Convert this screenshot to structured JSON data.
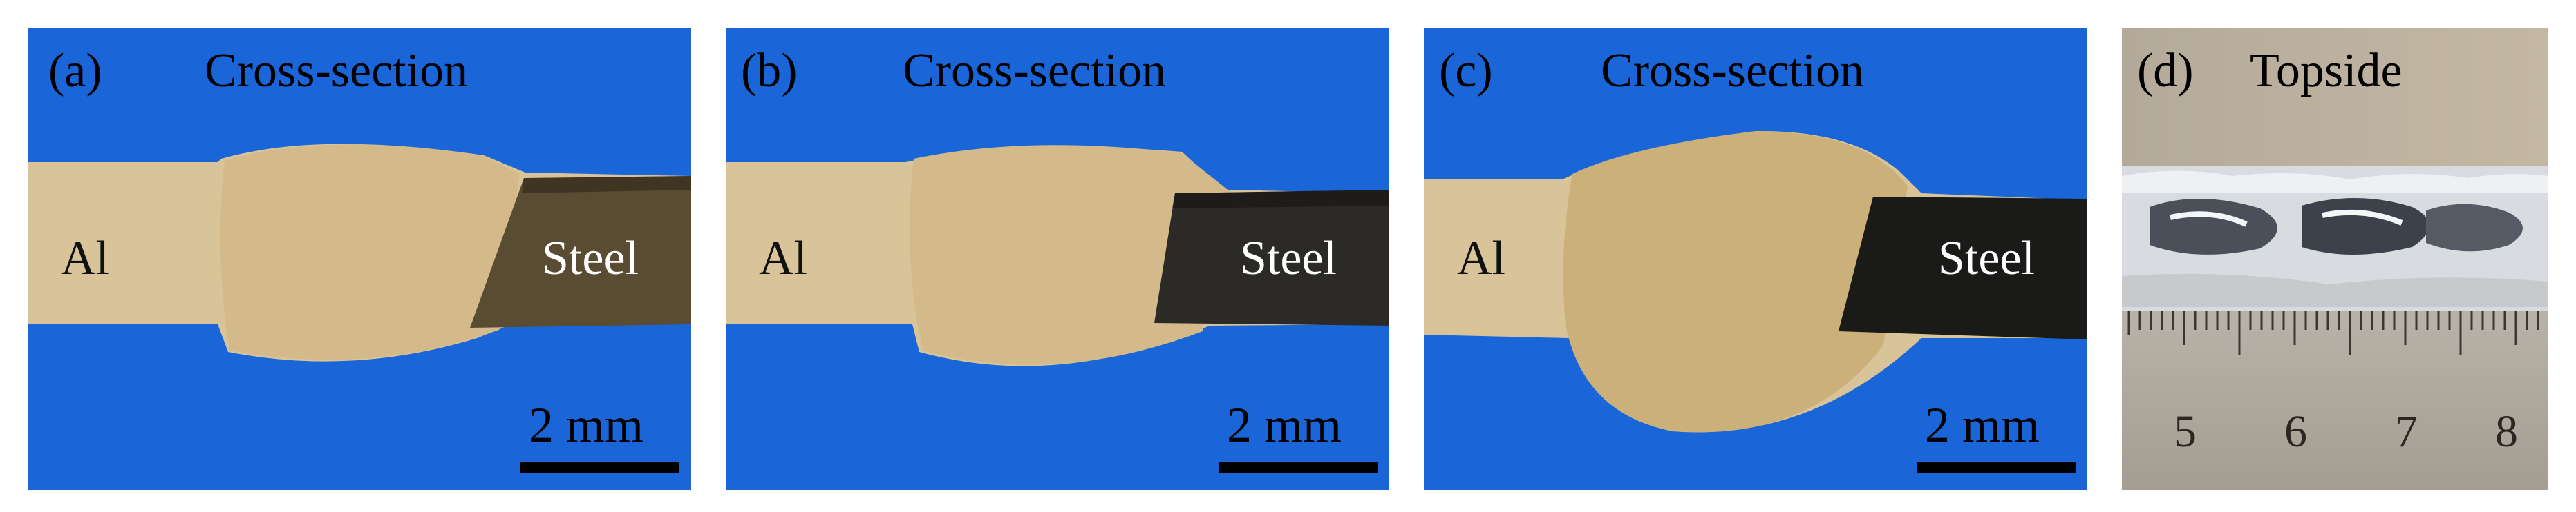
{
  "colors": {
    "background": "#1a66d9",
    "aluminum": "#d9c49a",
    "weld_nugget": "#d4b98a",
    "steel_a": "#5a4c32",
    "steel_dark": "#1a1a18",
    "scale_bar": "#000000"
  },
  "panels": [
    {
      "letter": "(a)",
      "title": "Cross-section",
      "left_material": "Al",
      "right_material": "Steel",
      "scale_label": "2 mm"
    },
    {
      "letter": "(b)",
      "title": "Cross-section",
      "left_material": "Al",
      "right_material": "Steel",
      "scale_label": "2 mm"
    },
    {
      "letter": "(c)",
      "title": "Cross-section",
      "left_material": "Al",
      "right_material": "Steel",
      "scale_label": "2 mm"
    },
    {
      "letter": "(d)",
      "title": "Topside",
      "ruler_numbers": [
        "5",
        "6",
        "7",
        "8"
      ]
    }
  ]
}
